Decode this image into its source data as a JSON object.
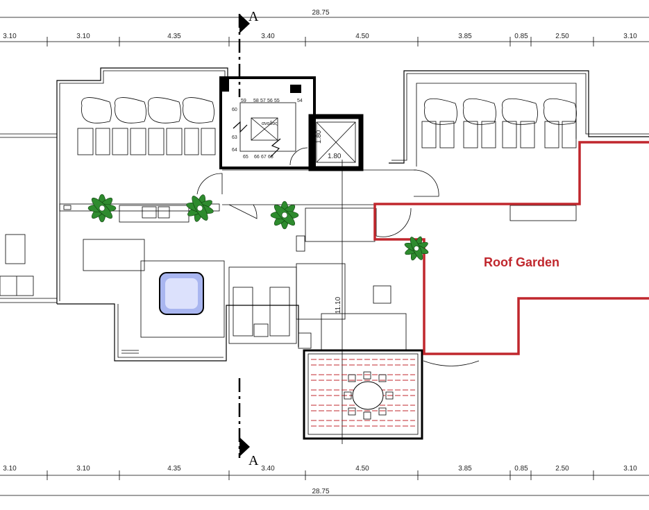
{
  "plan": {
    "total_width_top": "28.75",
    "total_width_bottom": "28.75",
    "top_dims": [
      "3.10",
      "3.10",
      "4.35",
      "3.40",
      "4.50",
      "3.85",
      "0.85",
      "2.50",
      "3.10"
    ],
    "bottom_dims": [
      "3.10",
      "3.10",
      "4.35",
      "3.40",
      "4.50",
      "3.85",
      "0.85",
      "2.50",
      "3.10"
    ],
    "section_mark_top": "A",
    "section_mark_bottom": "A",
    "roof_garden_label": "Roof Garden",
    "elevator_dim_h": "1.80",
    "elevator_dim_v": "1.80",
    "section_dim": "11.10",
    "stair_numbers": [
      "59",
      "58",
      "57",
      "56",
      "55",
      "54",
      "60",
      "63",
      "64",
      "65",
      "66",
      "67",
      "68"
    ],
    "stair_text": "ανοδος",
    "colors": {
      "roof_garden_outline": "#c0272d",
      "plant": "#2e8b2e",
      "pool_water": "#a9b6f0"
    }
  }
}
